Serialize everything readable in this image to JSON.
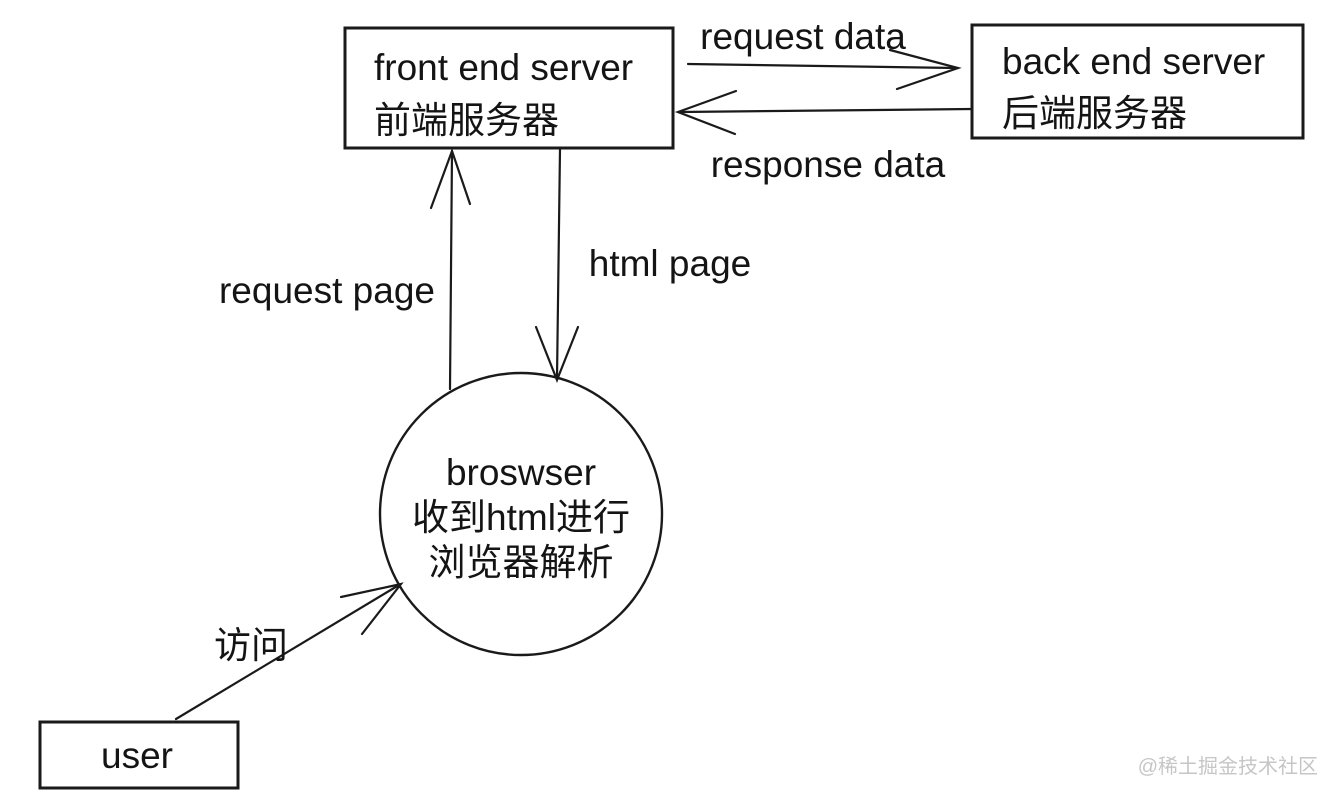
{
  "colors": {
    "background": "#ffffff",
    "stroke": "#1a1a1a",
    "text": "#141414",
    "watermark": "#c6c6c6"
  },
  "nodes": {
    "front_end_server": {
      "line1": "front end server",
      "line2": "前端服务器"
    },
    "back_end_server": {
      "line1": "back end server",
      "line2": "后端服务器"
    },
    "browser": {
      "line1": "broswser",
      "line2": "收到html进行",
      "line3": "浏览器解析"
    },
    "user": {
      "label": "user"
    }
  },
  "edges": {
    "request_data": {
      "label": "request data",
      "from": "front_end_server",
      "to": "back_end_server"
    },
    "response_data": {
      "label": "response data",
      "from": "back_end_server",
      "to": "front_end_server"
    },
    "request_page": {
      "label": "request page",
      "from": "browser",
      "to": "front_end_server"
    },
    "html_page": {
      "label": "html page",
      "from": "front_end_server",
      "to": "browser"
    },
    "visit": {
      "label": "访问",
      "from": "user",
      "to": "browser"
    }
  },
  "watermark": {
    "text": "@稀土掘金技术社区"
  }
}
